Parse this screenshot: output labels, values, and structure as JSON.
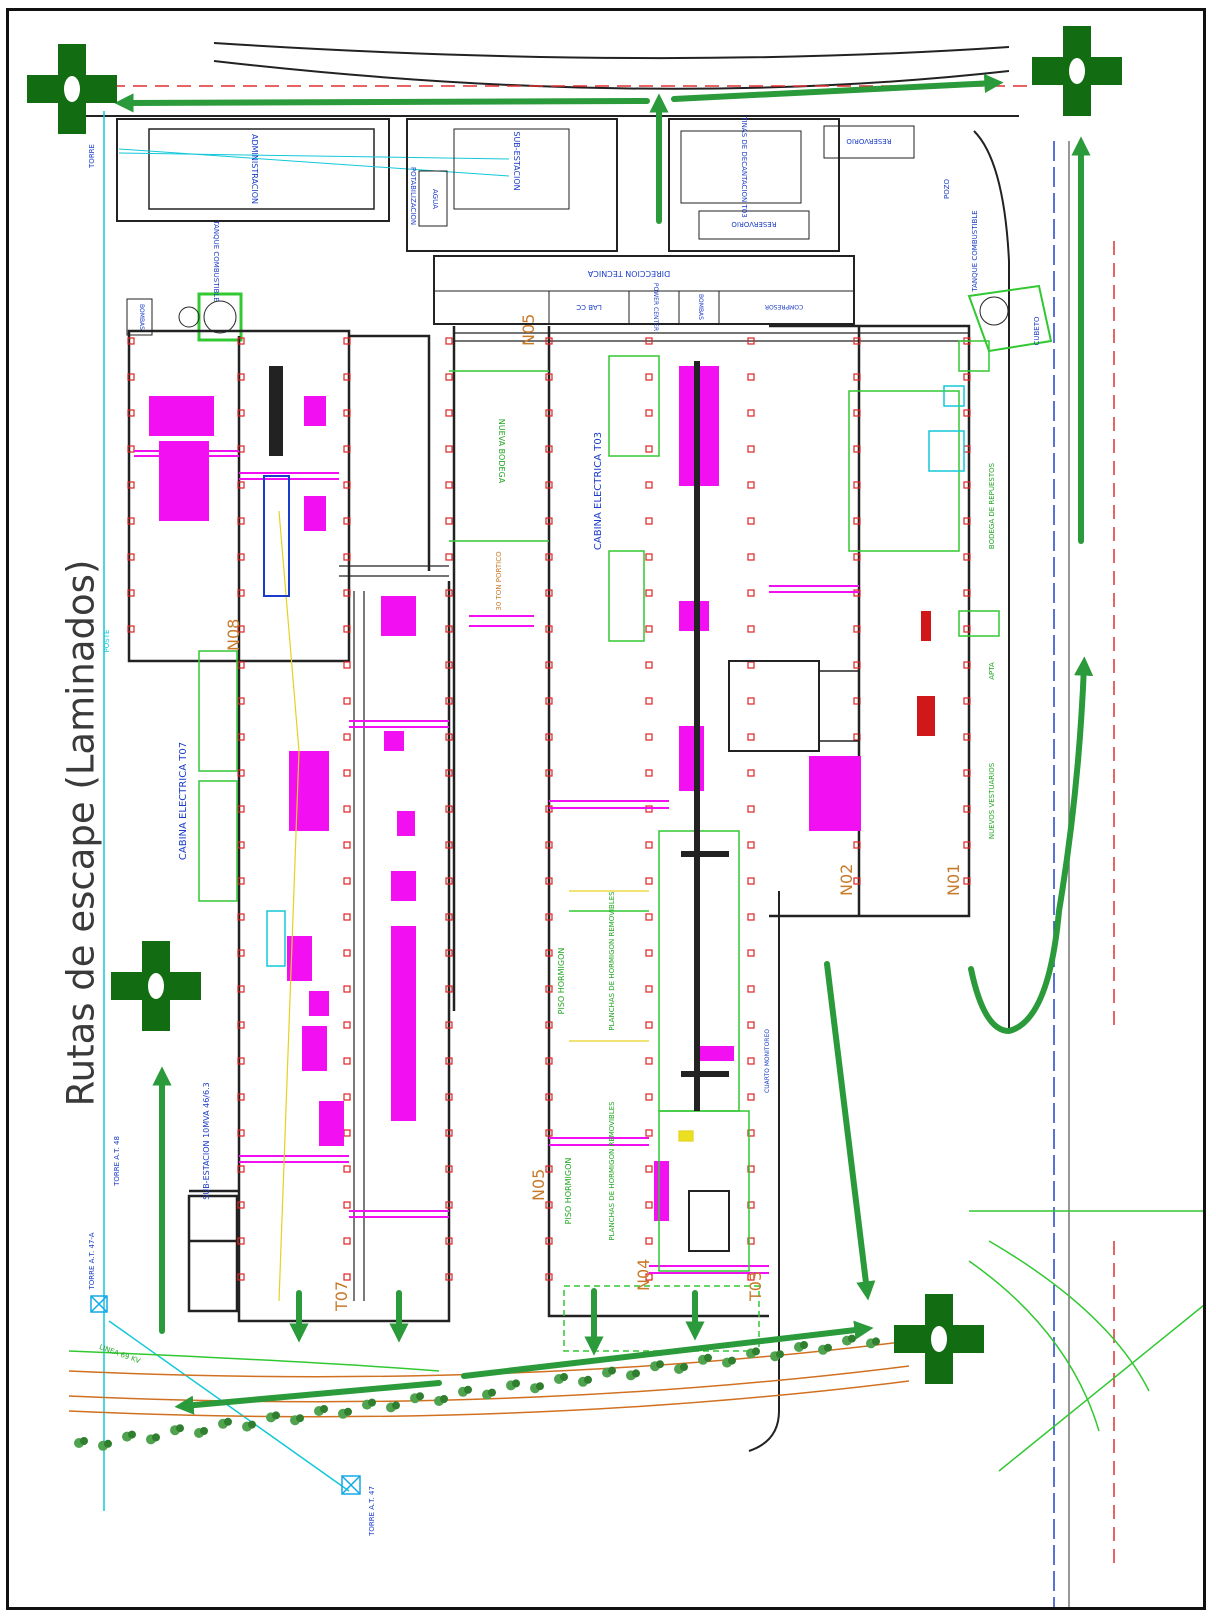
{
  "title": "Rutas de escape (Laminados)",
  "colors": {
    "route": "#2a9a3a",
    "exit_sign": "#126c12",
    "equipment": "#f20ff2",
    "columns": "#e12222",
    "wall": "#111111",
    "cad_green": "#32c832",
    "cad_cyan": "#12c8d8"
  },
  "icons": [
    "exit-cross-icon",
    "tree-icon",
    "transmission-tower-icon",
    "route-arrow-icon"
  ],
  "labels": {
    "administracion": "ADMINISTRACION",
    "sub_estacion_top": "SUB-ESTACION",
    "potabilizacion": "POTABILIZACION",
    "agua": "AGUA",
    "tinas": "TINAS DE DECANTACION T03",
    "reservorio_a": "RESERVORIO",
    "reservorio_b": "RESERVORIO",
    "pozo": "POZO",
    "tanque_left": "TANQUE COMBUSTIBLE",
    "tanque_right": "TANQUE COMBUSTIBLE",
    "direccion_tecnica": "DIRECCION TECNICA",
    "lab_cc": "LAB CC",
    "power_center": "POWER CENTER",
    "bombas": "BOMBAS",
    "compresor": "COMPRESOR",
    "bombas_left": "BOMBAS",
    "cubeto": "CUBETO",
    "nueva_bodega": "NUEVA BODEGA",
    "n05": "N05",
    "n05_b": "N05",
    "n02": "N02",
    "n01": "N01",
    "n08": "N08",
    "n04": "N04",
    "t07": "T07",
    "t03": "T03",
    "cabina_t03": "CABINA ELECTRICA T03",
    "cabina_t07": "CABINA ELECTRICA T07",
    "sub_estacion_bottom": "SUB-ESTACION 10MVA 46/6.3",
    "piso_hormigon_a": "PISO HORMIGON",
    "piso_hormigon_b": "PISO HORMIGON",
    "planchas_a": "PLANCHAS DE HORMIGON REMOVIBLES",
    "planchas_b": "PLANCHAS DE HORMIGON REMOVIBLES",
    "portico": "30 TON PORTICO",
    "nuevos_vestuarios": "NUEVOS VESTUARIOS",
    "bodega_repuestos": "BODEGA DE REPUESTOS",
    "apta": "APTA",
    "torre_a": "TORRE A.T. 47-A",
    "torre_b": "TORRE A.T. 47",
    "torre_c": "TORRE A.T. 48",
    "torre_d": "TORRE",
    "poste": "POSTE",
    "linea": "LINEA 69 KV",
    "cuarto_monitoreo": "CUARTO MONITOREO"
  }
}
